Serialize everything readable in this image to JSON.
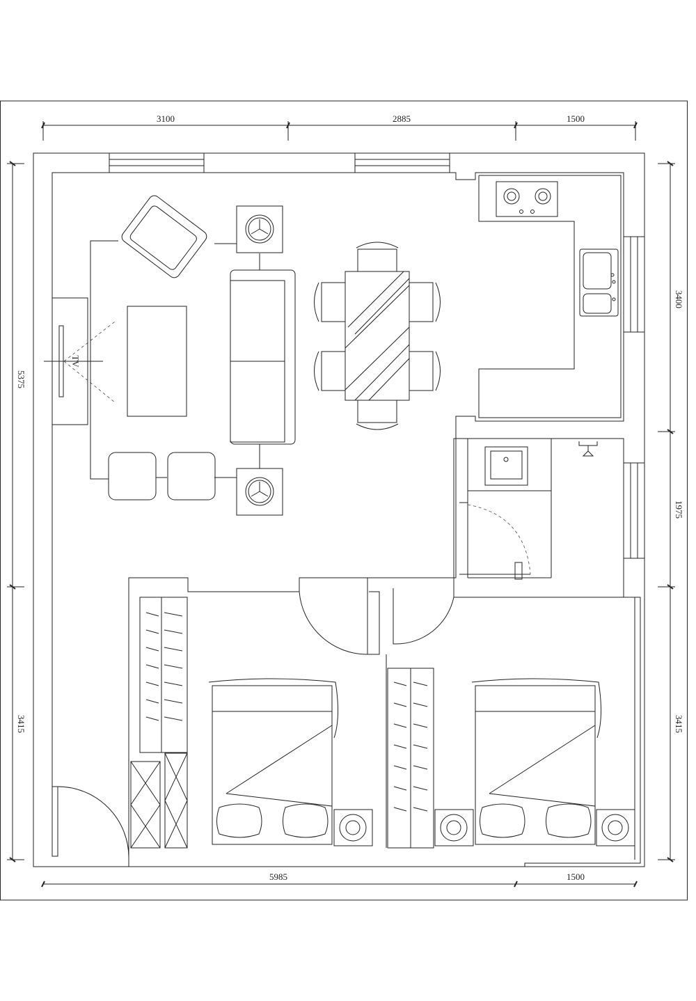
{
  "dimensions": {
    "top": [
      "3100",
      "2885",
      "1500"
    ],
    "bottom": [
      "5985",
      "1500"
    ],
    "left": [
      "5375",
      "3415"
    ],
    "right": [
      "3400",
      "1975",
      "3415"
    ]
  },
  "labels": {
    "tv": "TV"
  }
}
